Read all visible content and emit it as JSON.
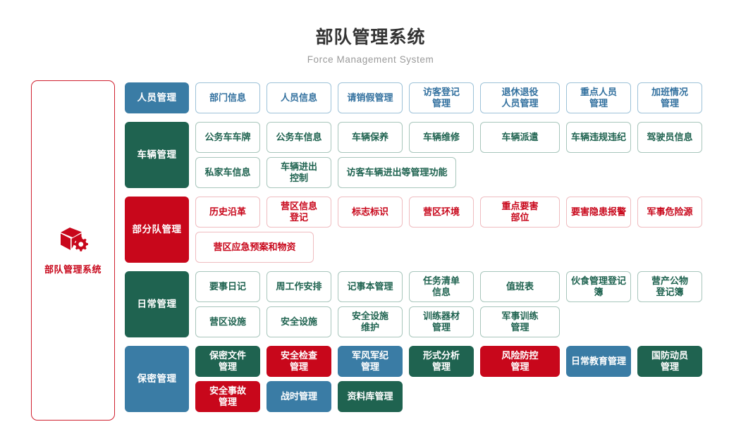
{
  "header": {
    "title": "部队管理系统",
    "subtitle": "Force Management System"
  },
  "brand": {
    "icon": "box-gear-icon",
    "label": "部队管理系统",
    "accent_color": "#c8071b"
  },
  "colors": {
    "blue": "#3a7ca5",
    "green": "#1f6350",
    "red": "#c8071b",
    "blue_border": "#9dc2d8",
    "green_border": "#a8c6bc",
    "red_border": "#efbcc0",
    "title": "#333333",
    "subtitle": "#9a9a9a"
  },
  "groups": [
    {
      "header": "人员管理",
      "style": "blue",
      "items": [
        {
          "label": "部门信息",
          "style": "o-blue",
          "width": "w1"
        },
        {
          "label": "人员信息",
          "style": "o-blue",
          "width": "w1"
        },
        {
          "label": "请销假管理",
          "style": "o-blue",
          "width": "w1"
        },
        {
          "label": "访客登记\n管理",
          "style": "o-blue",
          "width": "w1"
        },
        {
          "label": "退休退役\n人员管理",
          "style": "o-blue",
          "width": "w2"
        },
        {
          "label": "重点人员\n管理",
          "style": "o-blue",
          "width": "w1"
        },
        {
          "label": "加班情况\n管理",
          "style": "o-blue",
          "width": "w1"
        }
      ]
    },
    {
      "header": "车辆管理",
      "style": "green",
      "items": [
        {
          "label": "公务车车牌",
          "style": "o-green",
          "width": "w1"
        },
        {
          "label": "公务车信息",
          "style": "o-green",
          "width": "w1"
        },
        {
          "label": "车辆保养",
          "style": "o-green",
          "width": "w1"
        },
        {
          "label": "车辆维修",
          "style": "o-green",
          "width": "w1"
        },
        {
          "label": "车辆派遣",
          "style": "o-green",
          "width": "w2"
        },
        {
          "label": "车辆违规违纪",
          "style": "o-green",
          "width": "w1"
        },
        {
          "label": "驾驶员信息",
          "style": "o-green",
          "width": "w1"
        },
        {
          "label": "私家车信息",
          "style": "o-green",
          "width": "w1"
        },
        {
          "label": "车辆进出\n控制",
          "style": "o-green",
          "width": "w1"
        },
        {
          "label": "访客车辆进出等管理功能",
          "style": "o-green",
          "width": "w3"
        }
      ]
    },
    {
      "header": "部分队管理",
      "style": "red",
      "items": [
        {
          "label": "历史沿革",
          "style": "o-red",
          "width": "w1"
        },
        {
          "label": "营区信息\n登记",
          "style": "o-red",
          "width": "w1"
        },
        {
          "label": "标志标识",
          "style": "o-red",
          "width": "w1"
        },
        {
          "label": "营区环境",
          "style": "o-red",
          "width": "w1"
        },
        {
          "label": "重点要害\n部位",
          "style": "o-red",
          "width": "w2"
        },
        {
          "label": "要害隐患报警",
          "style": "o-red",
          "width": "w1"
        },
        {
          "label": "军事危险源",
          "style": "o-red",
          "width": "w1"
        },
        {
          "label": "营区应急预案和物资",
          "style": "o-red",
          "width": "w3"
        }
      ]
    },
    {
      "header": "日常管理",
      "style": "green",
      "items": [
        {
          "label": "要事日记",
          "style": "o-green",
          "width": "w1"
        },
        {
          "label": "周工作安排",
          "style": "o-green",
          "width": "w1"
        },
        {
          "label": "记事本管理",
          "style": "o-green",
          "width": "w1"
        },
        {
          "label": "任务清单\n信息",
          "style": "o-green",
          "width": "w1"
        },
        {
          "label": "值班表",
          "style": "o-green",
          "width": "w2"
        },
        {
          "label": "伙食管理登记簿",
          "style": "o-green",
          "width": "w1"
        },
        {
          "label": "营产公物\n登记簿",
          "style": "o-green",
          "width": "w1"
        },
        {
          "label": "营区设施",
          "style": "o-green",
          "width": "w1"
        },
        {
          "label": "安全设施",
          "style": "o-green",
          "width": "w1"
        },
        {
          "label": "安全设施\n维护",
          "style": "o-green",
          "width": "w1"
        },
        {
          "label": "训练器材\n管理",
          "style": "o-green",
          "width": "w1"
        },
        {
          "label": "军事训练\n管理",
          "style": "o-green",
          "width": "w2"
        }
      ]
    },
    {
      "header": "保密管理",
      "style": "blue",
      "items": [
        {
          "label": "保密文件\n管理",
          "style": "s-green",
          "width": "w1"
        },
        {
          "label": "安全检查\n管理",
          "style": "s-red",
          "width": "w1"
        },
        {
          "label": "军风军纪\n管理",
          "style": "s-blue",
          "width": "w1"
        },
        {
          "label": "形式分析\n管理",
          "style": "s-green",
          "width": "w1"
        },
        {
          "label": "风险防控\n管理",
          "style": "s-red",
          "width": "w2"
        },
        {
          "label": "日常教育管理",
          "style": "s-blue",
          "width": "w1"
        },
        {
          "label": "国防动员\n管理",
          "style": "s-green",
          "width": "w1"
        },
        {
          "label": "安全事故\n管理",
          "style": "s-red",
          "width": "w1"
        },
        {
          "label": "战时管理",
          "style": "s-blue",
          "width": "w1"
        },
        {
          "label": "资料库管理",
          "style": "s-green",
          "width": "w1"
        }
      ]
    }
  ]
}
